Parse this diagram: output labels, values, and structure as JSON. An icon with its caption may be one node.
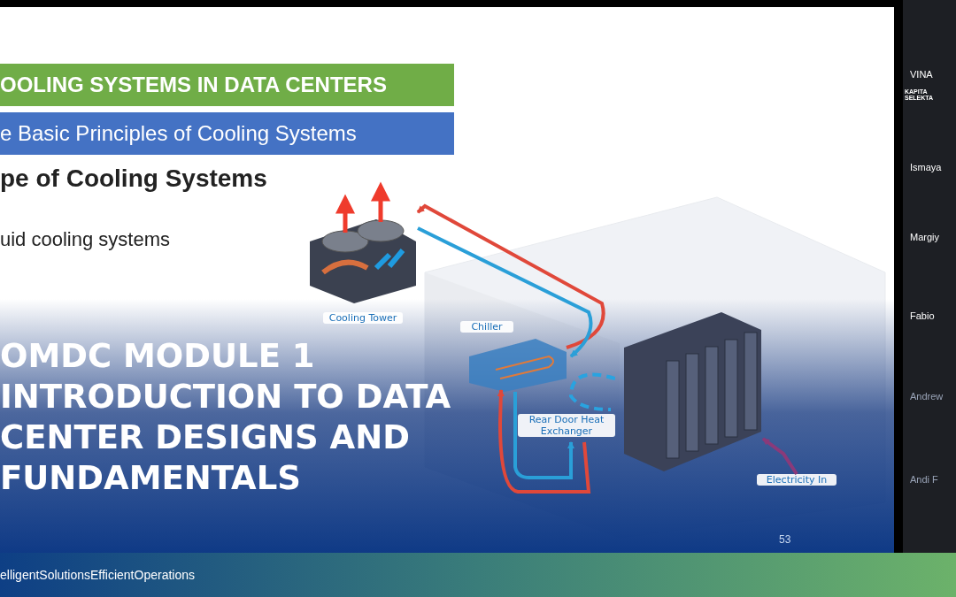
{
  "diagram": {
    "nodes": [
      {
        "text": [
          "Cooling Tower"
        ]
      },
      {
        "text": [
          "Chiller"
        ]
      },
      {
        "text": [
          "Rear Door Heat Exchanger"
        ]
      },
      {
        "text": [],
        "shape": "picture"
      },
      {
        "text": [
          "Electricity In"
        ]
      }
    ],
    "edges": [
      {
        "from": 1,
        "to": 0,
        "arrow": "to",
        "color": "#e0483a"
      },
      {
        "from": 0,
        "to": 1,
        "arrow": "to",
        "color": "#2a9fd8"
      },
      {
        "from": 2,
        "to": 1,
        "arrow": "to",
        "color": "#e0483a"
      },
      {
        "from": 1,
        "to": 2,
        "arrow": "to",
        "color": "#2a9fd8"
      },
      {
        "from": 4,
        "to": 3,
        "arrow": "to",
        "color": "#8a3a7a"
      }
    ],
    "labels": [
      "OOLING SYSTEMS IN DATA CENTERS",
      "e Basic Principles of Cooling Systems",
      "pe of Cooling Systems",
      "uid cooling systems",
      "53",
      "OMDC MODULE 1 INTRODUCTION TO DATA CENTER DESIGNS AND FUNDAMENTALS",
      "VINA",
      "KAPITA SELEKTA",
      "Ismaya",
      "Margiy",
      "Fabio",
      "Andrew",
      "Andi F",
      "elligentSolutionsEfficientOperations"
    ]
  }
}
